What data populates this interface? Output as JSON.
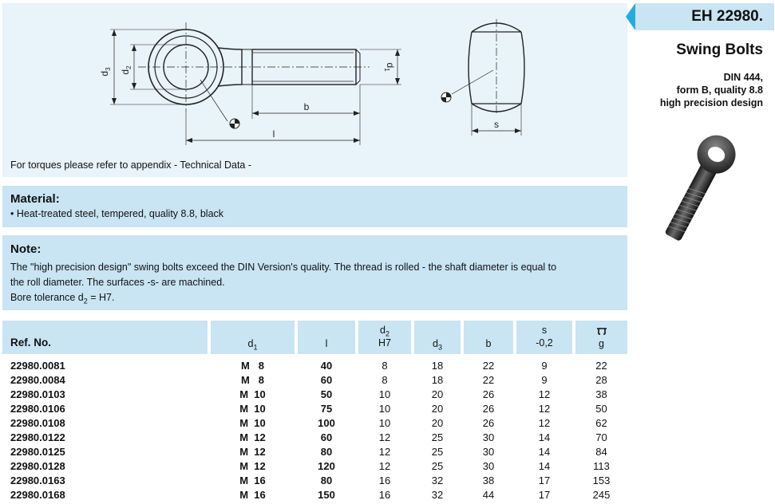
{
  "header": {
    "ref_code": "EH 22980.",
    "title": "Swing Bolts",
    "subtitle_lines": [
      "DIN 444,",
      "form B, quality 8.8",
      "high precision design"
    ]
  },
  "drawing": {
    "labels": {
      "d3": "d",
      "d3_sub": "3",
      "d2": "d",
      "d2_sub": "2",
      "d1": "d",
      "d1_sub": "1",
      "b": "b",
      "l": "l",
      "s": "s"
    },
    "torque_note": "For torques please refer to appendix - Technical Data -"
  },
  "material": {
    "heading": "Material:",
    "bullet": "• Heat-treated steel, tempered, quality 8.8, black"
  },
  "note": {
    "heading": "Note:",
    "lines": [
      "The \"high precision design\" swing bolts exceed the DIN Version's quality. The thread is rolled - the shaft diameter is equal to",
      "the roll diameter. The surfaces -s- are machined.",
      "Bore tolerance d",
      "2",
      " = H7."
    ]
  },
  "table": {
    "headers": {
      "ref": "Ref. No.",
      "d1": "d",
      "d1_sub": "1",
      "l": "l",
      "d2": "d",
      "d2_sub": "2",
      "d2_tol": "H7",
      "d3": "d",
      "d3_sub": "3",
      "b": "b",
      "s": "s",
      "s_tol": "-0,2",
      "weight_icon": "weight-icon",
      "weight_unit": "g"
    },
    "rows": [
      {
        "ref": "22980.0081",
        "d1": "M   8",
        "l": "40",
        "d2": "8",
        "d3": "18",
        "b": "22",
        "s": "9",
        "g": "22"
      },
      {
        "ref": "22980.0084",
        "d1": "M   8",
        "l": "60",
        "d2": "8",
        "d3": "18",
        "b": "22",
        "s": "9",
        "g": "28"
      },
      {
        "ref": "22980.0103",
        "d1": "M  10",
        "l": "50",
        "d2": "10",
        "d3": "20",
        "b": "26",
        "s": "12",
        "g": "38"
      },
      {
        "ref": "22980.0106",
        "d1": "M  10",
        "l": "75",
        "d2": "10",
        "d3": "20",
        "b": "26",
        "s": "12",
        "g": "50"
      },
      {
        "ref": "22980.0108",
        "d1": "M  10",
        "l": "100",
        "d2": "10",
        "d3": "20",
        "b": "26",
        "s": "12",
        "g": "62"
      },
      {
        "ref": "22980.0122",
        "d1": "M  12",
        "l": "60",
        "d2": "12",
        "d3": "25",
        "b": "30",
        "s": "14",
        "g": "70"
      },
      {
        "ref": "22980.0125",
        "d1": "M  12",
        "l": "80",
        "d2": "12",
        "d3": "25",
        "b": "30",
        "s": "14",
        "g": "84"
      },
      {
        "ref": "22980.0128",
        "d1": "M  12",
        "l": "120",
        "d2": "12",
        "d3": "25",
        "b": "30",
        "s": "14",
        "g": "113"
      },
      {
        "ref": "22980.0163",
        "d1": "M  16",
        "l": "80",
        "d2": "16",
        "d3": "32",
        "b": "38",
        "s": "17",
        "g": "153"
      },
      {
        "ref": "22980.0168",
        "d1": "M  16",
        "l": "150",
        "d2": "16",
        "d3": "32",
        "b": "44",
        "s": "17",
        "g": "245"
      }
    ]
  },
  "colors": {
    "panel_light": "#e9f3fa",
    "panel": "#c9e4f3",
    "accent": "#29a9e0"
  }
}
